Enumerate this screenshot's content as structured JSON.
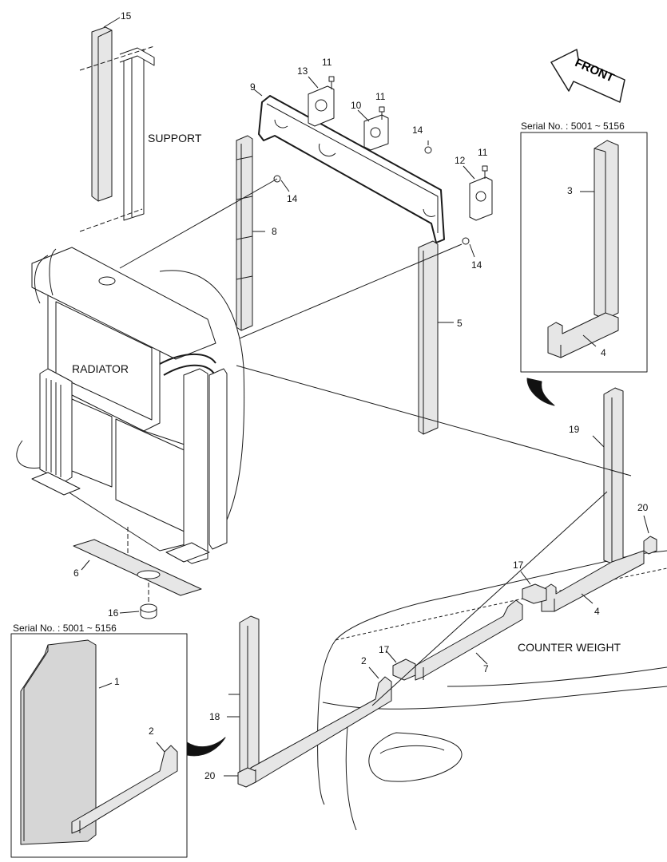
{
  "callouts": {
    "c1": "1",
    "c2a": "2",
    "c2b": "2",
    "c3": "3",
    "c4a": "4",
    "c4b": "4",
    "c5": "5",
    "c6": "6",
    "c7": "7",
    "c8": "8",
    "c9": "9",
    "c10": "10",
    "c11a": "11",
    "c11b": "11",
    "c11c": "11",
    "c12": "12",
    "c13": "13",
    "c14a": "14",
    "c14b": "14",
    "c14c": "14",
    "c15": "15",
    "c16": "16",
    "c17a": "17",
    "c17b": "17",
    "c18": "18",
    "c19": "19",
    "c20a": "20",
    "c20b": "20"
  },
  "labels": {
    "support": "SUPPORT",
    "radiator": "RADIATOR",
    "counter_weight": "COUNTER WEIGHT",
    "front": "FRONT"
  },
  "insets": {
    "upper_right_title": "Serial No. : 5001 ~ 5156",
    "lower_left_title": "Serial No. : 5001 ~ 5156"
  },
  "colors": {
    "line": "#1a1a1a",
    "part_fill": "#e6e6e6",
    "part_fill_dark": "#cfcfcf"
  }
}
